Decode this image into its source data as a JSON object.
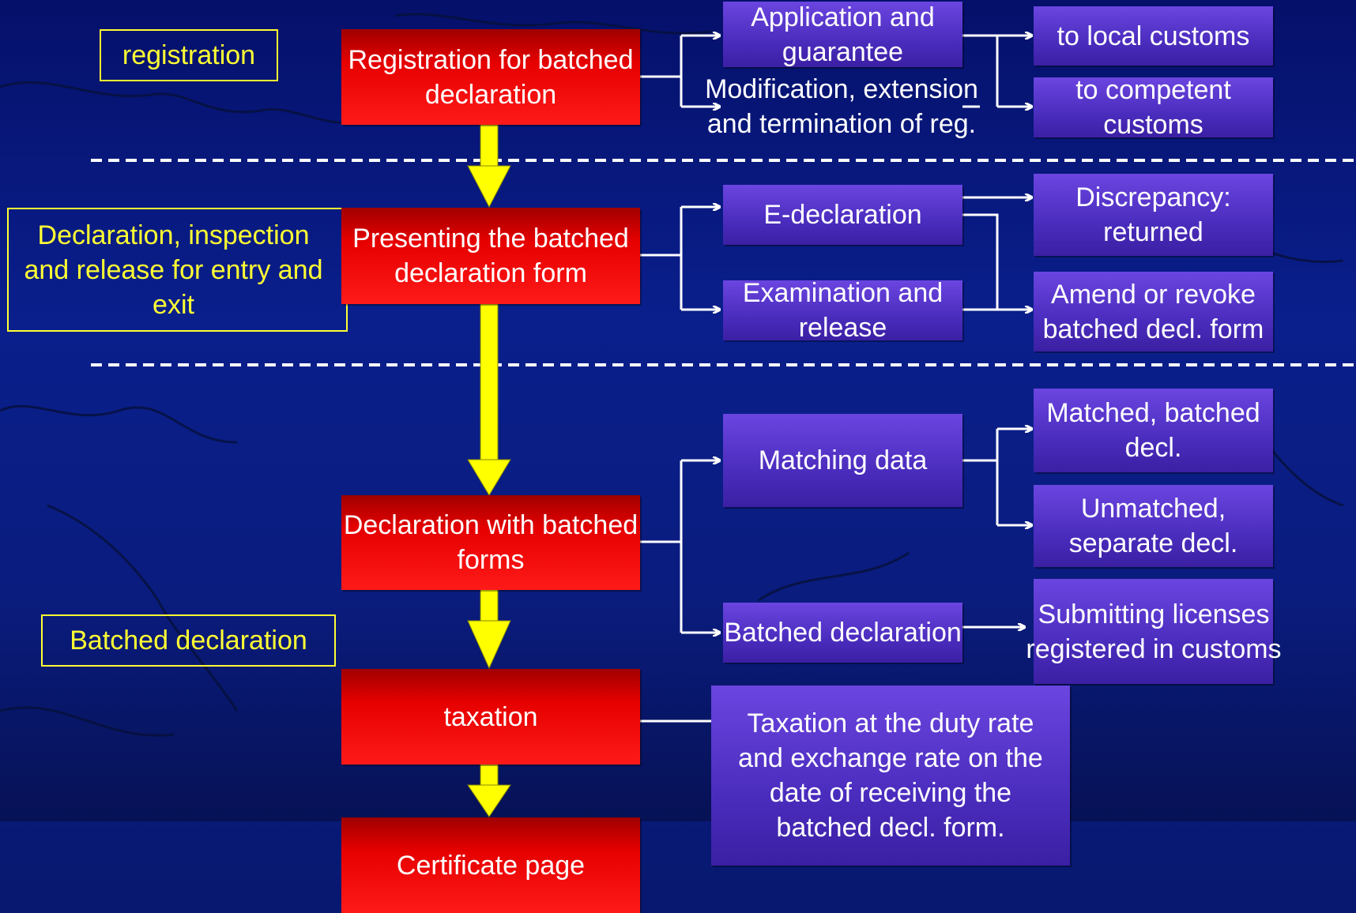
{
  "side_labels": {
    "registration": "registration",
    "declaration": "Declaration, inspection and release for entry and exit",
    "batched": "Batched declaration"
  },
  "main_steps": {
    "step1": "Registration for batched declaration",
    "step2": "Presenting the batched declaration form",
    "step3": "Declaration with batched forms",
    "step4": "taxation",
    "step5": "Certificate page"
  },
  "branches": {
    "application": "Application and guarantee",
    "modification": "Modification, extension and termination of reg.",
    "local_customs": "to local customs",
    "competent_customs": "to competent customs",
    "e_declaration": "E-declaration",
    "examination": "Examination and release",
    "discrepancy": "Discrepancy: returned",
    "amend": "Amend or revoke batched decl. form",
    "matching": "Matching data",
    "matched": "Matched, batched decl.",
    "unmatched": "Unmatched, separate decl.",
    "batched_decl": "Batched declaration",
    "licenses": "Submitting licenses registered in customs",
    "taxation_note": "Taxation at the duty rate and exchange rate on the date of receiving the batched decl. form."
  },
  "colors": {
    "main_box": "#e60000",
    "branch_box": "#4b2dbe",
    "label_border": "#ffff33",
    "flow_arrow": "#ffff00",
    "connector": "#ffffff"
  }
}
